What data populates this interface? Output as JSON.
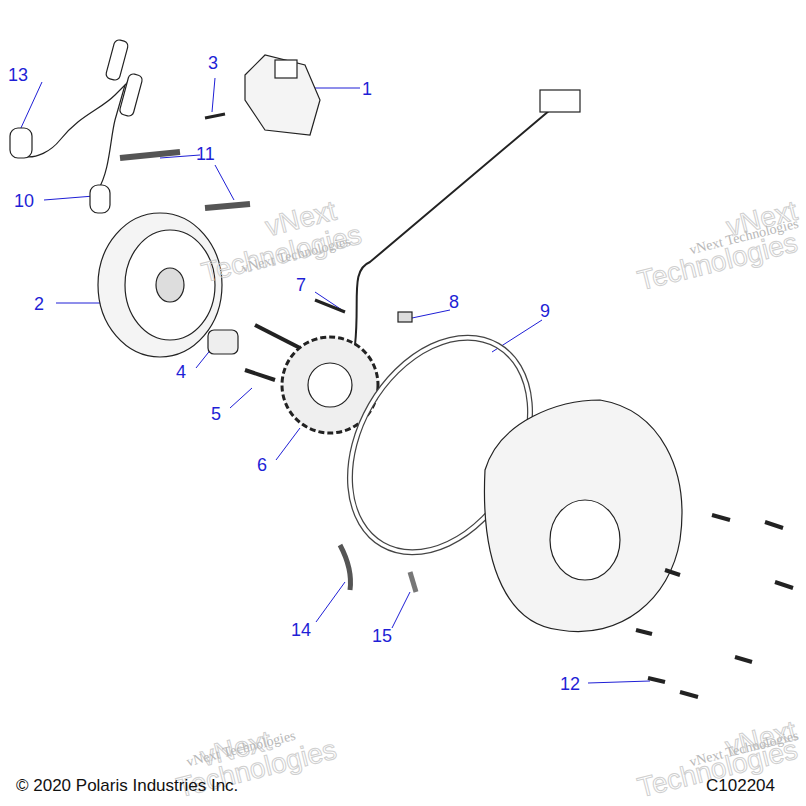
{
  "diagram": {
    "labels": [
      "13",
      "3",
      "1",
      "11",
      "10",
      "2",
      "7",
      "8",
      "9",
      "4",
      "5",
      "6",
      "14",
      "15",
      "12",
      "vNext",
      "Technologies",
      "vNext Technologies",
      "vNext",
      "Technologies",
      "vNext Technologies",
      "vNext",
      "Technologies",
      "vNext Technologies",
      "vNext",
      "Technologies",
      "vNext Technologies",
      "© 2020 Polaris Industries Inc.",
      "C102204"
    ]
  }
}
